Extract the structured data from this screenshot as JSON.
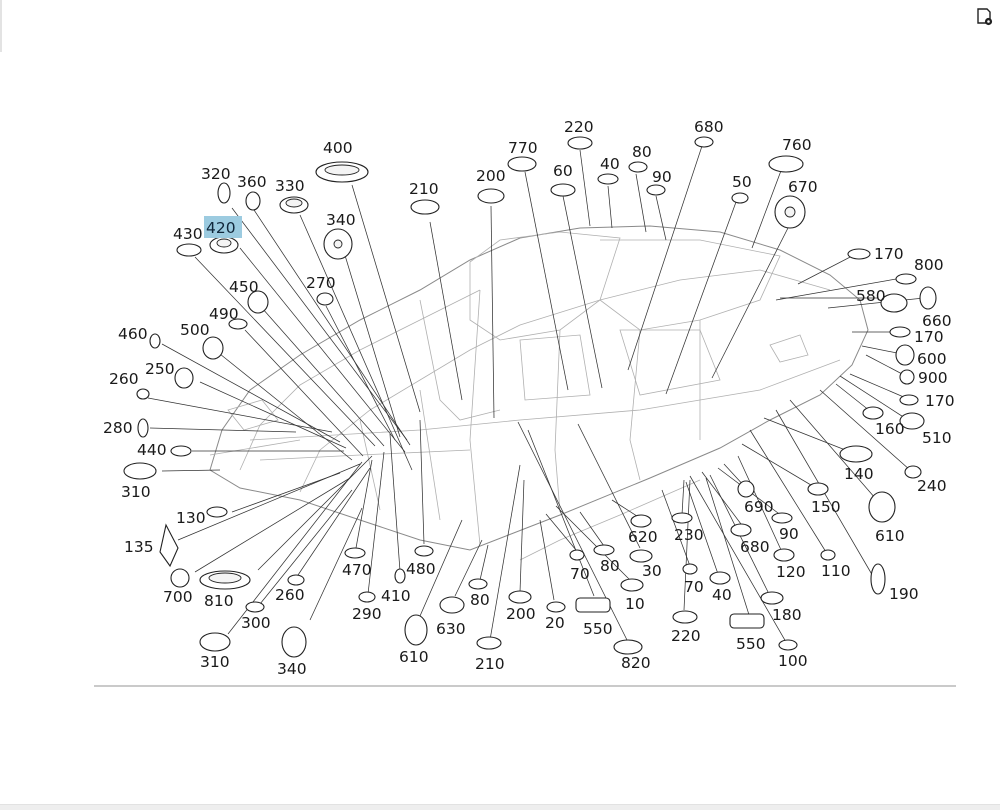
{
  "toolbar": {
    "icon": "document-settings-icon"
  },
  "diagram": {
    "selected_label": "420",
    "highlight_color": "#9ccbe0",
    "labels": [
      "320",
      "360",
      "330",
      "400",
      "770",
      "220",
      "60",
      "40",
      "80",
      "90",
      "680",
      "760",
      "50",
      "670",
      "210",
      "200",
      "340",
      "420",
      "430",
      "270",
      "450",
      "490",
      "500",
      "460",
      "250",
      "260",
      "280",
      "440",
      "310",
      "130",
      "135",
      "700",
      "810",
      "260",
      "300",
      "290",
      "410",
      "480",
      "470",
      "310",
      "340",
      "610",
      "630",
      "80",
      "200",
      "210",
      "20",
      "550",
      "820",
      "10",
      "30",
      "80",
      "70",
      "620",
      "230",
      "70",
      "40",
      "220",
      "680",
      "90",
      "690",
      "150",
      "140",
      "120",
      "110",
      "180",
      "550",
      "100",
      "190",
      "610",
      "240",
      "510",
      "160",
      "170",
      "900",
      "600",
      "170",
      "660",
      "580",
      "800",
      "170"
    ]
  }
}
